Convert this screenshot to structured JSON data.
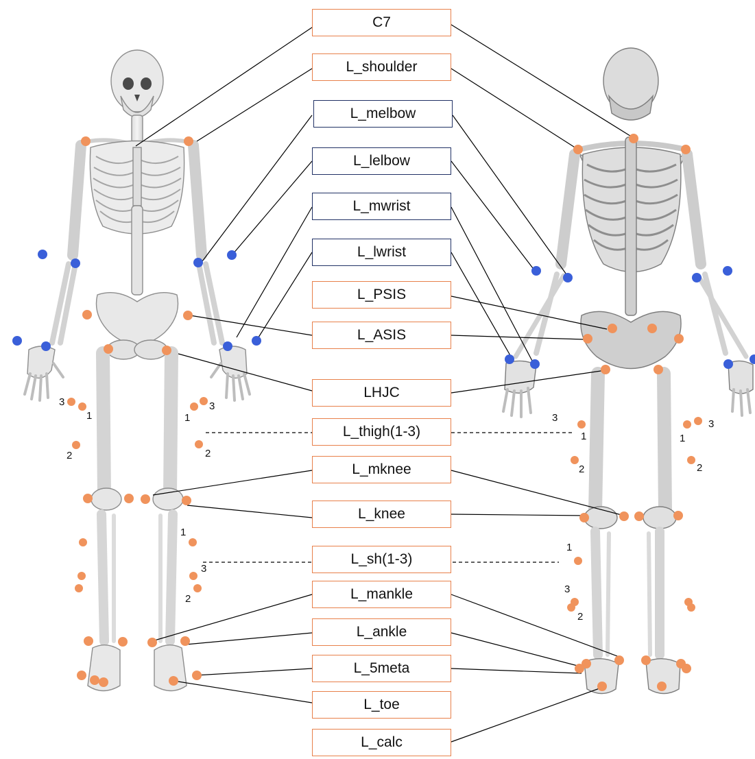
{
  "labels": {
    "c7": "C7",
    "shoulder": "L_shoulder",
    "melbow": "L_melbow",
    "lelbow": "L_lelbow",
    "mwrist": "L_mwrist",
    "lwrist": "L_lwrist",
    "psis": "L_PSIS",
    "asis": "L_ASIS",
    "hjc": "LHJC",
    "thigh": "L_thigh(1-3)",
    "mknee": "L_mknee",
    "knee": "L_knee",
    "shank": "L_sh(1-3)",
    "mankle": "L_mankle",
    "ankle": "L_ankle",
    "meta5": "L_5meta",
    "toe": "L_toe",
    "calc": "L_calc"
  },
  "cluster_numbers": {
    "one": "1",
    "two": "2",
    "three": "3"
  },
  "colors": {
    "trunk_lower_marker": "#f0935c",
    "upper_limb_marker": "#3a5fd9",
    "trunk_lower_label_border": "#e8804a",
    "upper_limb_label_border": "#1f3064"
  }
}
